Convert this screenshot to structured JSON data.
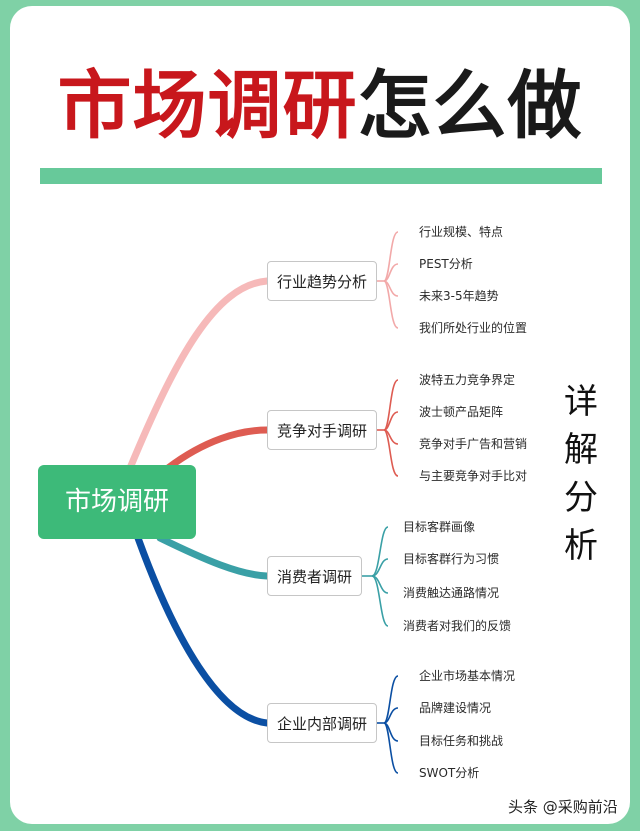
{
  "title": {
    "part1": "市场调研",
    "part2": "怎么做"
  },
  "mindmap": {
    "root": "市场调研",
    "branches": [
      {
        "label": "行业趋势分析",
        "leaves": [
          "行业规模、特点",
          "PEST分析",
          "未来3-5年趋势",
          "我们所处行业的位置"
        ]
      },
      {
        "label": "竞争对手调研",
        "leaves": [
          "波特五力竞争界定",
          "波士顿产品矩阵",
          "竞争对手广告和营销",
          "与主要竞争对手比对"
        ]
      },
      {
        "label": "消费者调研",
        "leaves": [
          "目标客群画像",
          "目标客群行为习惯",
          "消费触达通路情况",
          "消费者对我们的反馈"
        ]
      },
      {
        "label": "企业内部调研",
        "leaves": [
          "企业市场基本情况",
          "品牌建设情况",
          "目标任务和挑战",
          "SWOT分析"
        ]
      }
    ]
  },
  "side_text": [
    "详",
    "解",
    "分",
    "析"
  ],
  "watermark": "头条 @采购前沿",
  "colors": {
    "title_red": "#c8171c",
    "title_black": "#1a1a1a",
    "accent_green": "#3dba79",
    "branch_colors": [
      "#f6b9b9",
      "#de5c52",
      "#3aa0a6",
      "#0b4fa3"
    ]
  }
}
